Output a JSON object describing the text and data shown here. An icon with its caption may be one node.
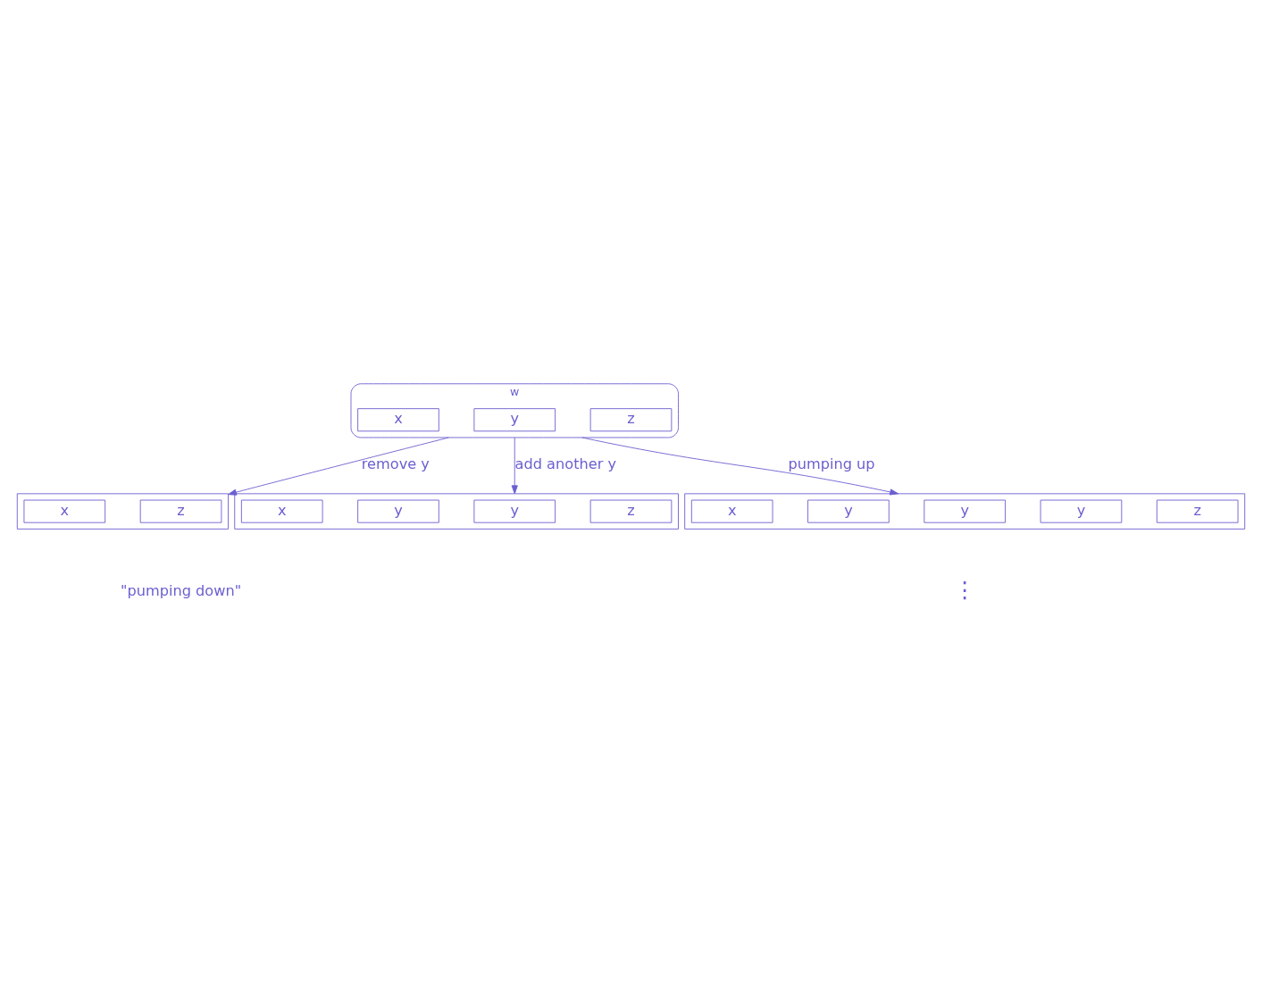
{
  "diagram": {
    "nodes": [
      {
        "text": [
          "w"
        ]
      },
      {
        "text": [
          "x"
        ],
        "in": 0
      },
      {
        "text": [
          "y"
        ],
        "in": 0
      },
      {
        "text": [
          "z"
        ],
        "in": 0
      },
      {
        "text": [],
        "shape": "bar",
        "beside": [
          "\"pumping down\""
        ]
      },
      {
        "text": [
          "x"
        ],
        "in": 4
      },
      {
        "text": [
          "z"
        ],
        "in": 4
      },
      {
        "text": [],
        "shape": "bar"
      },
      {
        "text": [
          "x"
        ],
        "in": 7
      },
      {
        "text": [
          "y"
        ],
        "in": 7
      },
      {
        "text": [
          "y"
        ],
        "in": 7
      },
      {
        "text": [
          "z"
        ],
        "in": 7
      },
      {
        "text": [],
        "shape": "bar"
      },
      {
        "text": [
          "x"
        ],
        "in": 12
      },
      {
        "text": [
          "y"
        ],
        "in": 12
      },
      {
        "text": [
          "y"
        ],
        "in": 12
      },
      {
        "text": [
          "y"
        ],
        "in": 12
      },
      {
        "text": [
          "z"
        ],
        "in": 12
      }
    ],
    "edges": [
      {
        "from": 0,
        "to": 4,
        "arrow": "to",
        "label": "remove y"
      },
      {
        "from": 0,
        "to": 7,
        "arrow": "to",
        "label": "add another y"
      },
      {
        "from": 0,
        "to": 12,
        "arrow": "to",
        "label": "pumping up"
      }
    ],
    "labels": [
      "⋮"
    ]
  }
}
